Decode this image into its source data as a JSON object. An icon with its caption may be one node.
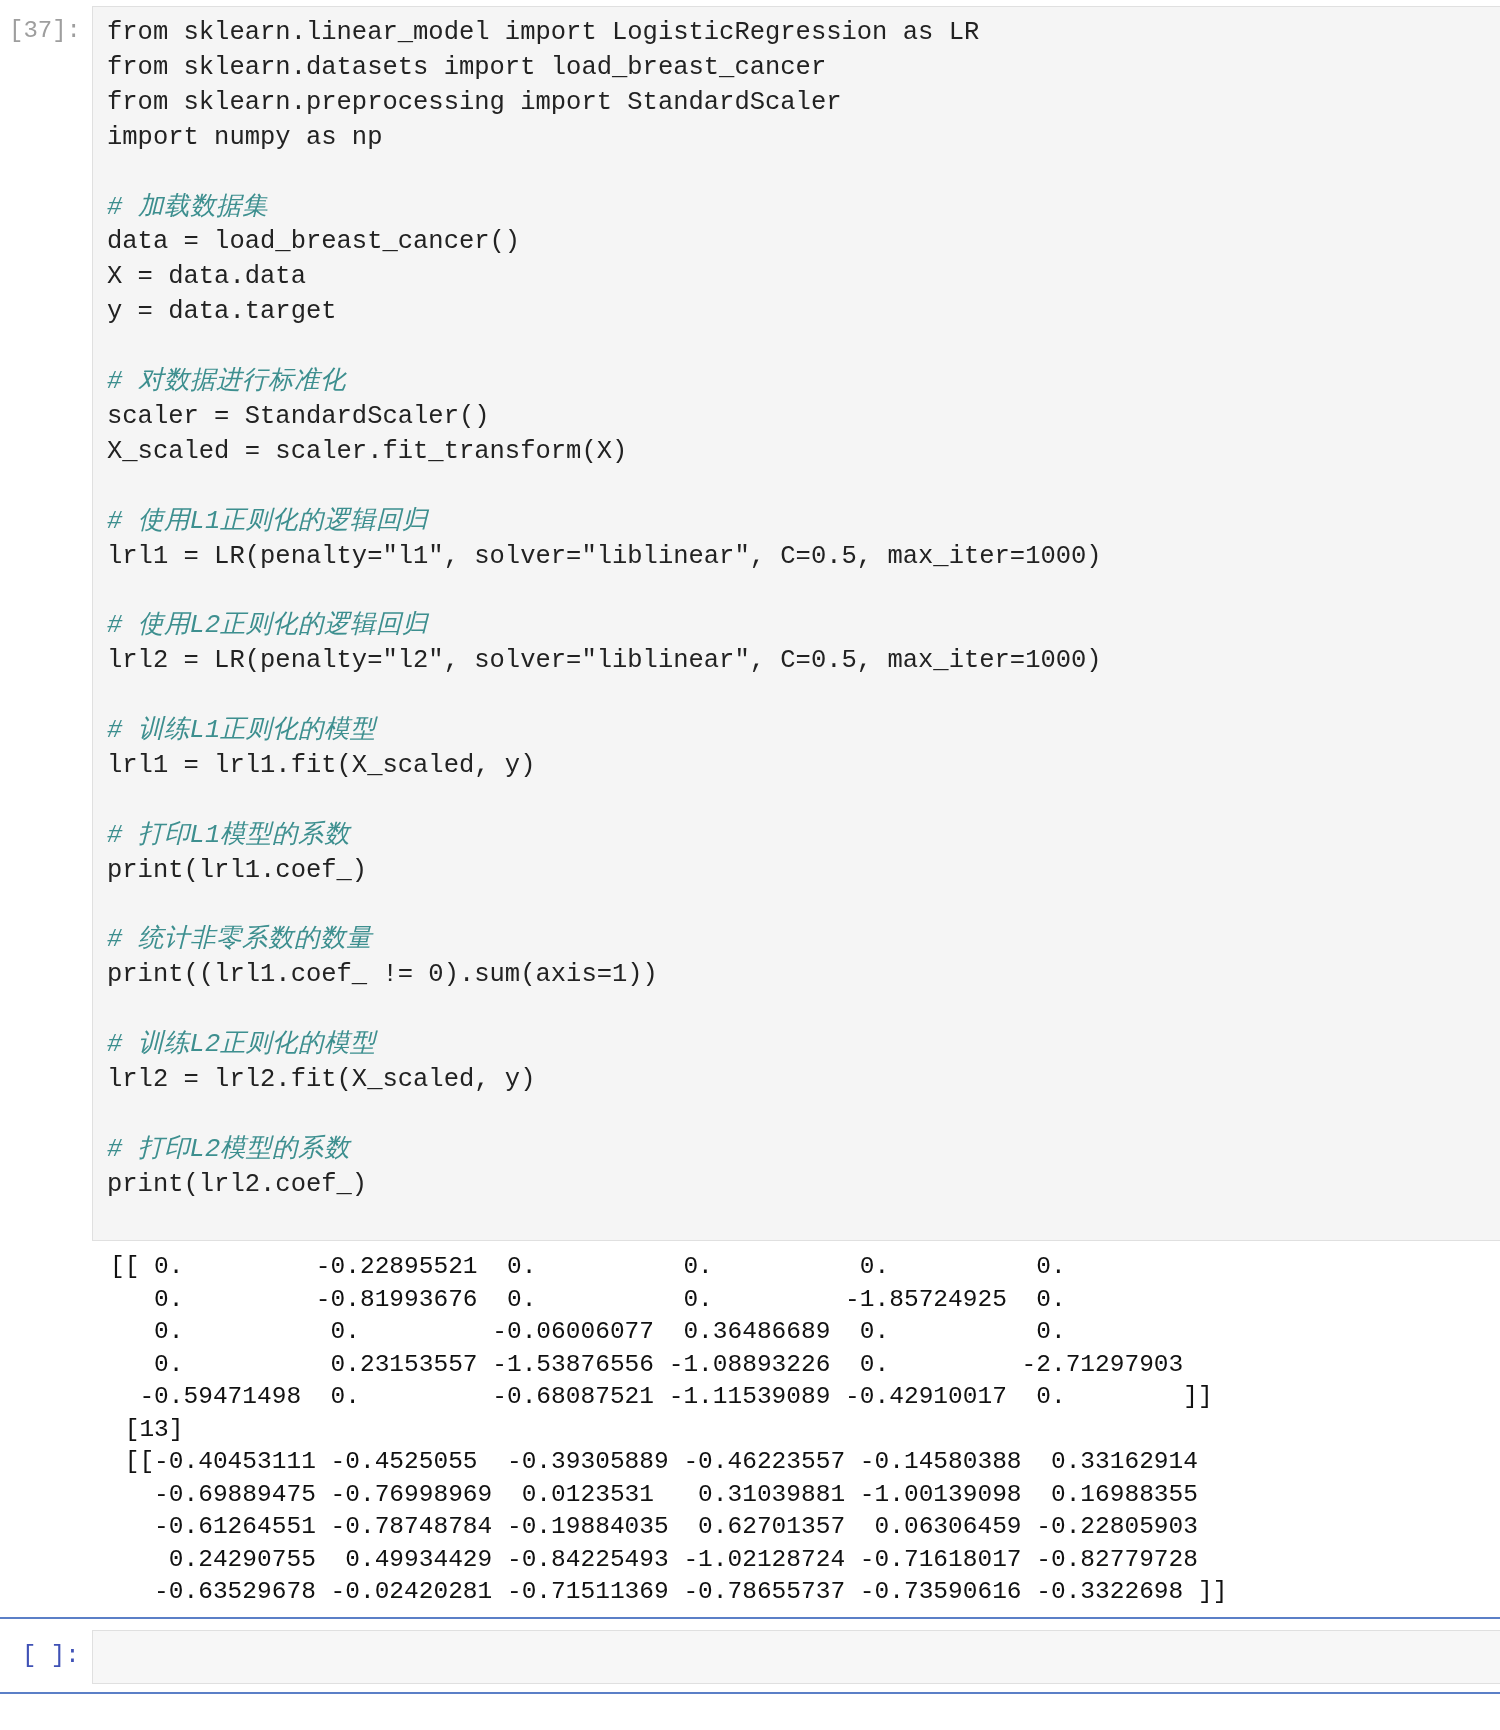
{
  "diagram": {
    "labels": [
      "[37]:",
      "from sklearn.linear_model import LogisticRegression as LR",
      "from sklearn.datasets import load_breast_cancer",
      "from sklearn.preprocessing import StandardScaler",
      "import numpy as np",
      "# 加载数据集",
      "data = load_breast_cancer()",
      "X = data.data",
      "y = data.target",
      "# 对数据进行标准化",
      "scaler = StandardScaler()",
      "X_scaled = scaler.fit_transform(X)",
      "# 使用L1正则化的逻辑回归",
      "lrl1 = LR(penalty=\"l1\", solver=\"liblinear\", C=0.5, max_iter=1000)",
      "# 使用L2正则化的逻辑回归",
      "lrl2 = LR(penalty=\"l2\", solver=\"liblinear\", C=0.5, max_iter=1000)",
      "# 训练L1正则化的模型",
      "lrl1 = lrl1.fit(X_scaled, y)",
      "# 打印L1模型的系数",
      "print(lrl1.coef_)",
      "# 统计非零系数的数量",
      "print((lrl1.coef_ != 0).sum(axis=1))",
      "# 训练L2正则化的模型",
      "lrl2 = lrl2.fit(X_scaled, y)",
      "# 打印L2模型的系数",
      "print(lrl2.coef_)",
      "[[ 0.         -0.22895521  0.          0.          0.          0.",
      "   0.         -0.81993676  0.          0.         -1.85724925  0.",
      "   0.          0.         -0.06006077  0.36486689  0.          0.",
      "   0.          0.23153557 -1.53876556 -1.08893226  0.         -2.71297903",
      "  -0.59471498  0.         -0.68087521 -1.11539089 -0.42910017  0.        ]]",
      " [13]",
      " [[-0.40453111 -0.4525055  -0.39305889 -0.46223557 -0.14580388  0.33162914",
      "   -0.69889475 -0.76998969  0.0123531   0.31039881 -1.00139098  0.16988355",
      "   -0.61264551 -0.78748784 -0.19884035  0.62701357  0.06306459 -0.22805903",
      "    0.24290755  0.49934429 -0.84225493 -1.02128724 -0.71618017 -0.82779728",
      "   -0.63529678 -0.02420281 -0.71511369 -0.78655737 -0.73590616 -0.3322698 ]]",
      "[ ]:"
    ]
  }
}
